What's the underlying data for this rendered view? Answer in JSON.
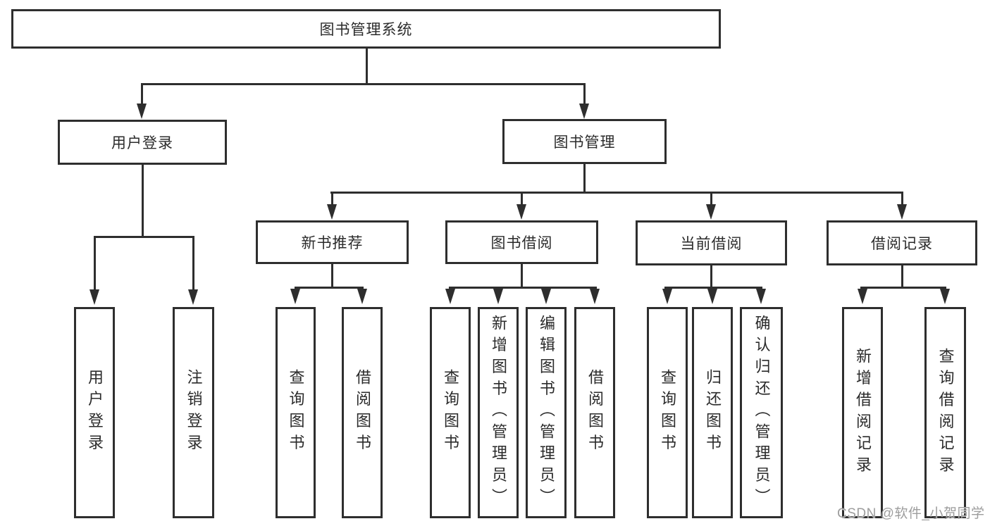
{
  "diagram": {
    "root": {
      "label": "图书管理系统"
    },
    "branches": [
      {
        "label": "用户登录",
        "children": [
          {
            "label": "用户登录"
          },
          {
            "label": "注销登录"
          }
        ]
      },
      {
        "label": "图书管理",
        "children": [
          {
            "label": "新书推荐",
            "children": [
              {
                "label": "查询图书"
              },
              {
                "label": "借阅图书"
              }
            ]
          },
          {
            "label": "图书借阅",
            "children": [
              {
                "label": "查询图书"
              },
              {
                "label": "新增图书（管理员）"
              },
              {
                "label": "编辑图书（管理员）"
              },
              {
                "label": "借阅图书"
              }
            ]
          },
          {
            "label": "当前借阅",
            "children": [
              {
                "label": "查询图书"
              },
              {
                "label": "归还图书"
              },
              {
                "label": "确认归还（管理员）"
              }
            ]
          },
          {
            "label": "借阅记录",
            "children": [
              {
                "label": "新增借阅记录"
              },
              {
                "label": "查询借阅记录"
              }
            ]
          }
        ]
      }
    ],
    "watermark": "CSDN @软件_小贺同学",
    "colors": {
      "line": "#2e2e2e",
      "text": "#2b2b2b",
      "background": "#ffffff",
      "watermark": "#9d9d9d"
    }
  }
}
